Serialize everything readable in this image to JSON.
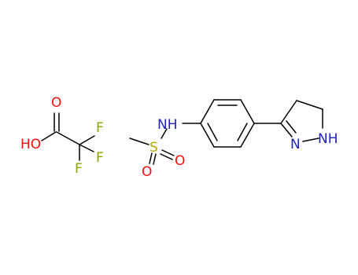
{
  "atom_colors": {
    "O": "#ff0d0d",
    "F": "#8fa300",
    "N": "#1f22b8",
    "S": "#b8a800",
    "C": "#000000"
  },
  "labels": {
    "tfa_o_top": "O",
    "tfa_ho": "HO",
    "tfa_f1": "F",
    "tfa_f2": "F",
    "tfa_f3": "F",
    "sulfonamide_nh": "NH",
    "sulfur": "S",
    "sulfonyl_o1": "O",
    "sulfonyl_o2": "O",
    "pyrazoline_n": "N",
    "pyrazoline_nh": "NH"
  }
}
